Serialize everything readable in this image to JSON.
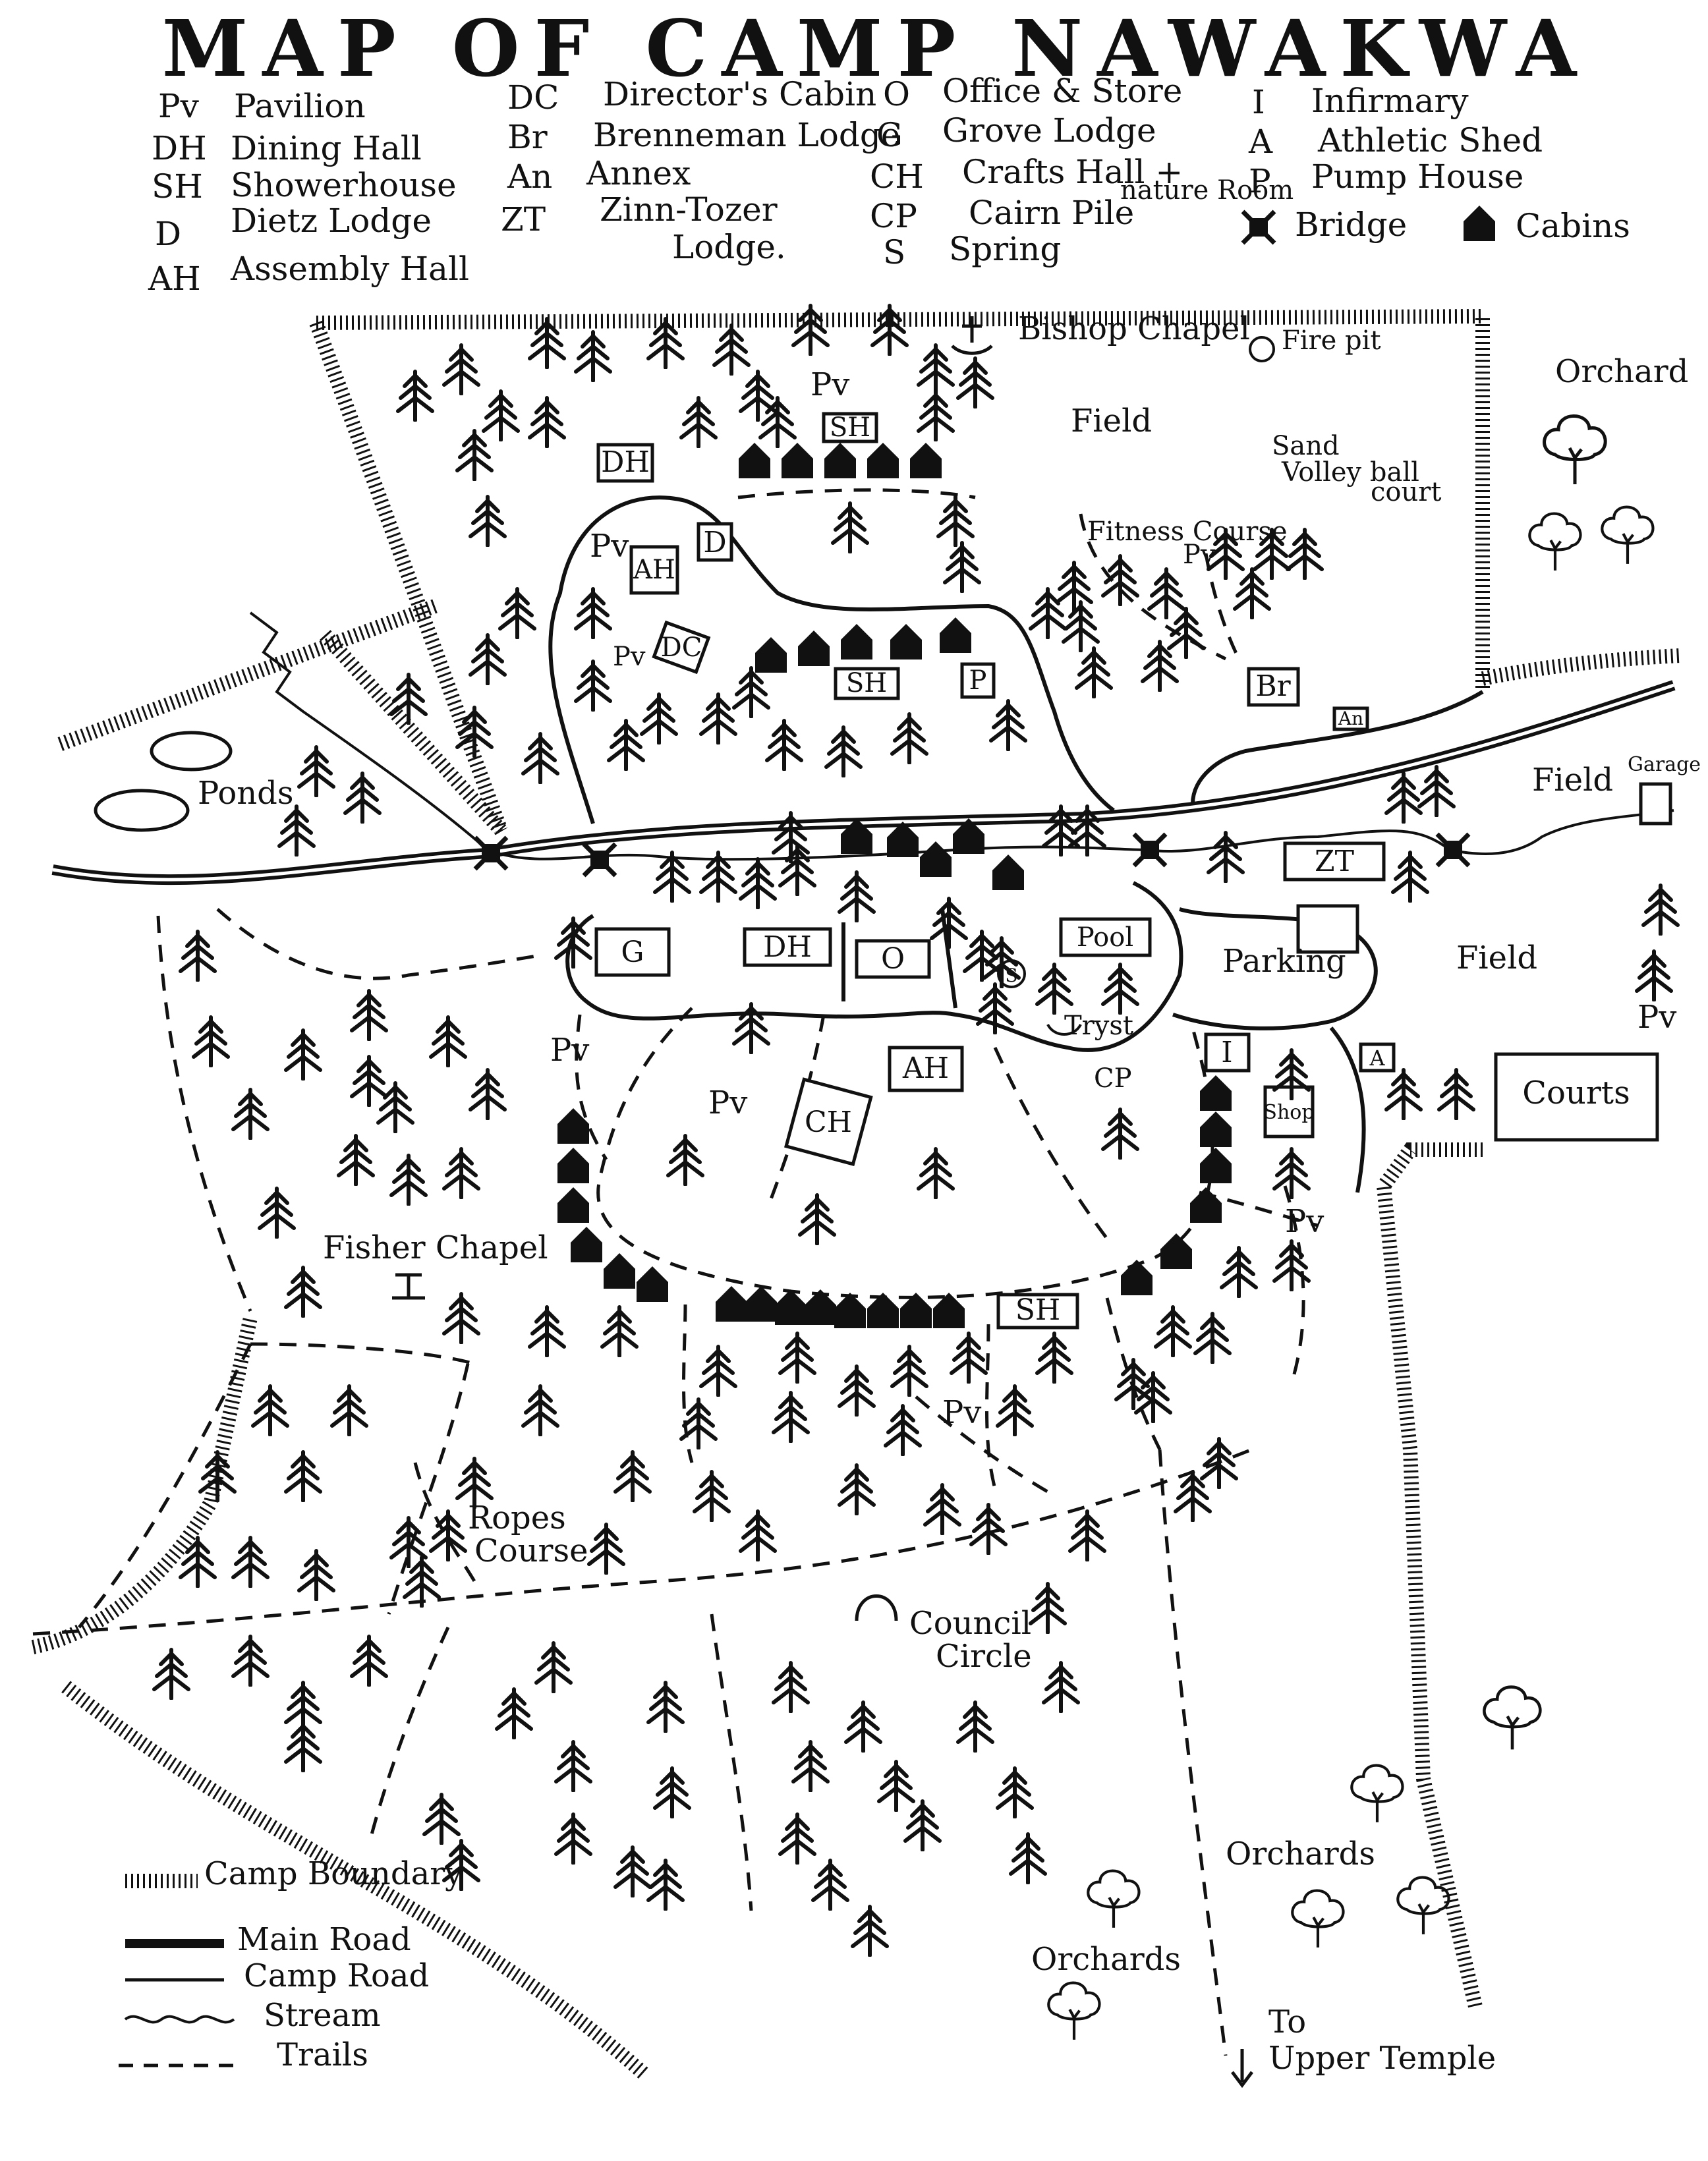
{
  "title": "MAP OF CAMP NAWAKWA",
  "legend": {
    "col1": [
      {
        "code": "Pv",
        "label": "Pavilion"
      },
      {
        "code": "DH",
        "label": "Dining Hall"
      },
      {
        "code": "SH",
        "label": "Showerhouse"
      },
      {
        "code": "D",
        "label": "Dietz Lodge"
      },
      {
        "code": "AH",
        "label": "Assembly Hall"
      }
    ],
    "col2": [
      {
        "code": "DC",
        "label": "Director's Cabin"
      },
      {
        "code": "Br",
        "label": "Brenneman Lodge"
      },
      {
        "code": "An",
        "label": "Annex"
      },
      {
        "code": "ZT",
        "label": "Zinn-Tozer"
      }
    ],
    "col2_extra": "Lodge.",
    "col3": [
      {
        "code": "O",
        "label": "Office & Store"
      },
      {
        "code": "G",
        "label": "Grove Lodge"
      },
      {
        "code": "CH",
        "label": "Crafts Hall +"
      },
      {
        "code": "CP",
        "label": "Cairn Pile"
      },
      {
        "code": "S",
        "label": "Spring"
      }
    ],
    "col3_extra": "nature Room",
    "col4": [
      {
        "code": "I",
        "label": "Infirmary"
      },
      {
        "code": "A",
        "label": "Athletic Shed"
      },
      {
        "code": "P",
        "label": "Pump House"
      }
    ],
    "symbols": {
      "bridge": "Bridge",
      "cabins": "Cabins"
    }
  },
  "labels": {
    "bishop_chapel": "Bishop Chapel",
    "fire_pit": "Fire pit",
    "orchard": "Orchard",
    "field_north": "Field",
    "sand": "Sand",
    "volleyball": "Volley ball",
    "court": "court",
    "fitness_course": "Fitness Course",
    "ponds": "Ponds",
    "field_east_upper": "Field",
    "garage": "Garage",
    "pool": "Pool",
    "parking": "Parking",
    "field_east": "Field",
    "tryst": "Tryst",
    "courts": "Courts",
    "shop": "Shop",
    "fisher_chapel": "Fisher Chapel",
    "ropes_course_1": "Ropes",
    "ropes_course_2": "Course",
    "council_circle_1": "Council",
    "council_circle_2": "Circle",
    "orchards_east": "Orchards",
    "orchards_south": "Orchards",
    "to": "To",
    "upper_temple": "Upper Temple"
  },
  "map_codes": {
    "dh_north": "DH",
    "sh_north": "SH",
    "pv_north": "Pv",
    "d": "D",
    "ah_north": "AH",
    "pv_west1": "Pv",
    "pv_west2": "Pv",
    "dc": "DC",
    "sh_mid": "SH",
    "p": "P",
    "pv_fitness": "Pv",
    "br": "Br",
    "an": "An",
    "zt": "ZT",
    "pv_east": "Pv",
    "g": "G",
    "dh_south": "DH",
    "o": "O",
    "s": "S",
    "i": "I",
    "a": "A",
    "ah_south": "AH",
    "ch": "CH",
    "cp": "CP",
    "pv_south1": "Pv",
    "pv_south2": "Pv",
    "pv_south3": "Pv",
    "pv_south4": "Pv",
    "sh_south": "SH"
  },
  "map_legend": {
    "boundary": "Camp Boundary",
    "main_road": "Main Road",
    "camp_road": "Camp Road",
    "stream": "Stream",
    "trails": "Trails"
  }
}
